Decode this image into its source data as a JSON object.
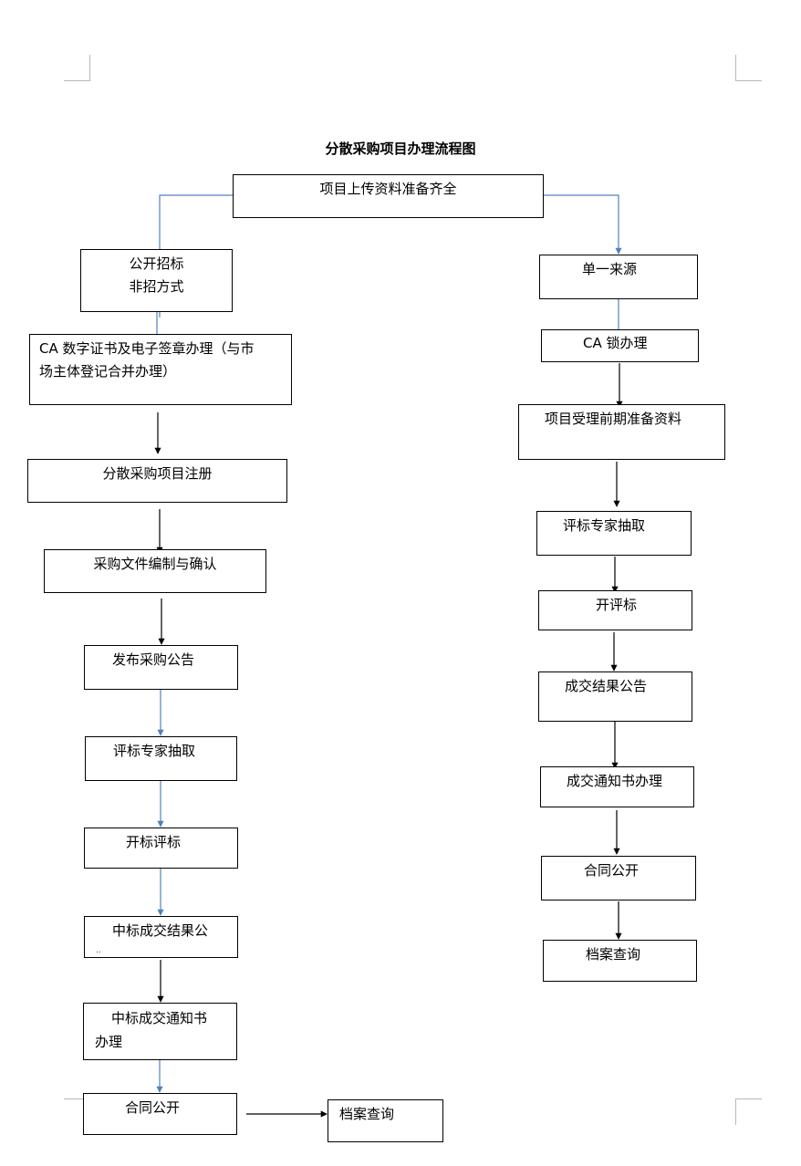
{
  "title": "分散采购项目办理流程图",
  "start_box": "项目上传资料准备齐全",
  "left_branch": {
    "method_line1": "公开招标",
    "method_line2": "非招方式",
    "ca_line1": "CA 数字证书及电子签章办理（与市",
    "ca_line2": "场主体登记合并办理）",
    "register": "分散采购项目注册",
    "doc_prep": "采购文件编制与确认",
    "announce": "发布采购公告",
    "expert": "评标专家抽取",
    "open_bid": "开标评标",
    "result_line1": "中标成交结果公",
    "result_overflow": "..",
    "notice_line1": "中标成交通知书",
    "notice_line2": "办理",
    "contract": "合同公开",
    "archive": "档案查询"
  },
  "right_branch": {
    "single_source": "单一来源",
    "ca_lock": "CA 锁办理",
    "accept": "项目受理前期准备资料",
    "expert": "评标专家抽取",
    "open_bid": "开评标",
    "result": "成交结果公告",
    "notice": "成交通知书办理",
    "contract": "合同公开",
    "archive": "档案查询"
  },
  "colors": {
    "blue_connector": "#4f81bd",
    "black_connector": "#000000",
    "page_corner_marks": "#b8b8b8"
  }
}
